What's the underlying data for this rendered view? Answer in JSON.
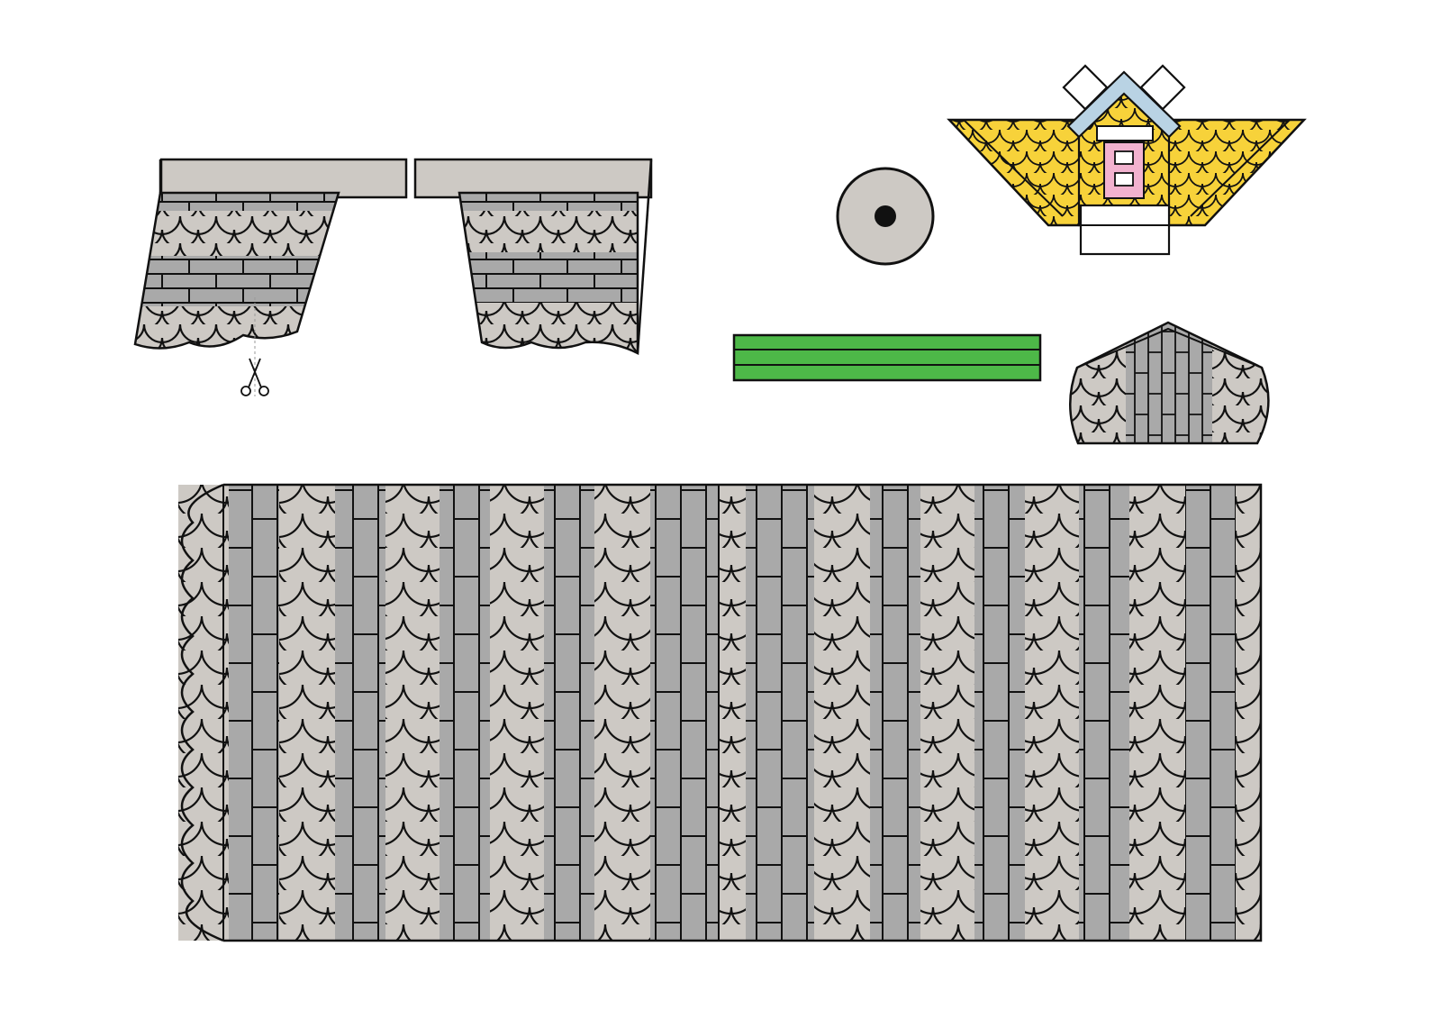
{
  "colors": {
    "background": "#ffffff",
    "outline": "#111111",
    "stone_light": "#cdc9c4",
    "stone_dark": "#a9a9a9",
    "band": "#cdc9c4",
    "green": "#4db848",
    "yellow": "#f7d23a",
    "blue": "#b9d3e4",
    "pink": "#f2b2cf",
    "window": "#ffffff"
  },
  "icons": {
    "cut_mark": "scissors-icon"
  },
  "parts": [
    {
      "id": "left-wall-panel",
      "pattern": "scales-and-bricks"
    },
    {
      "id": "right-wall-panel",
      "pattern": "scales-and-bricks"
    },
    {
      "id": "washer-disc",
      "pattern": "solid"
    },
    {
      "id": "green-strip",
      "pattern": "stripes"
    },
    {
      "id": "yellow-roof-piece",
      "pattern": "scales"
    },
    {
      "id": "gable-piece",
      "pattern": "scales-and-bricks"
    },
    {
      "id": "main-tower-wall",
      "pattern": "alternating-scale-and-brick-columns"
    }
  ]
}
